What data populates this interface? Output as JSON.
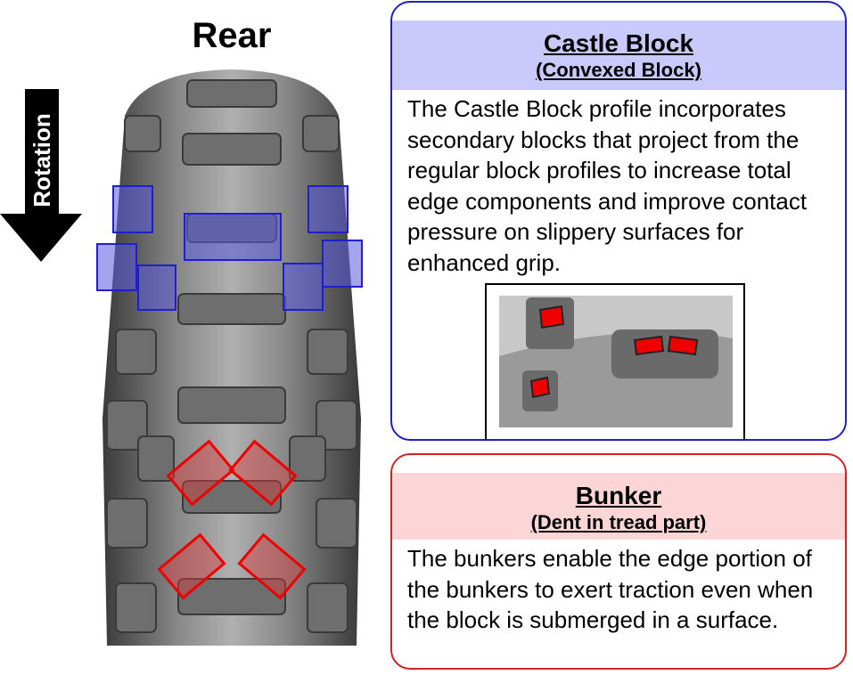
{
  "title": "Rear",
  "rotation_label": "Rotation",
  "castle_block": {
    "title": "Castle Block",
    "subtitle": "(Convexed Block)",
    "description": "The Castle Block profile incorporates secondary blocks that project from the regular block profiles to increase total edge components and improve contact pressure on slippery surfaces for enhanced grip.",
    "border_color": "#1f1fc8",
    "header_color": "#c9c9fb"
  },
  "bunker": {
    "title": "Bunker",
    "subtitle": "(Dent in tread part)",
    "description": "The bunkers enable the edge portion of the bunkers to exert traction even when the block is submerged in a surface.",
    "border_color": "#d82020",
    "header_color": "#fcd6d6"
  }
}
